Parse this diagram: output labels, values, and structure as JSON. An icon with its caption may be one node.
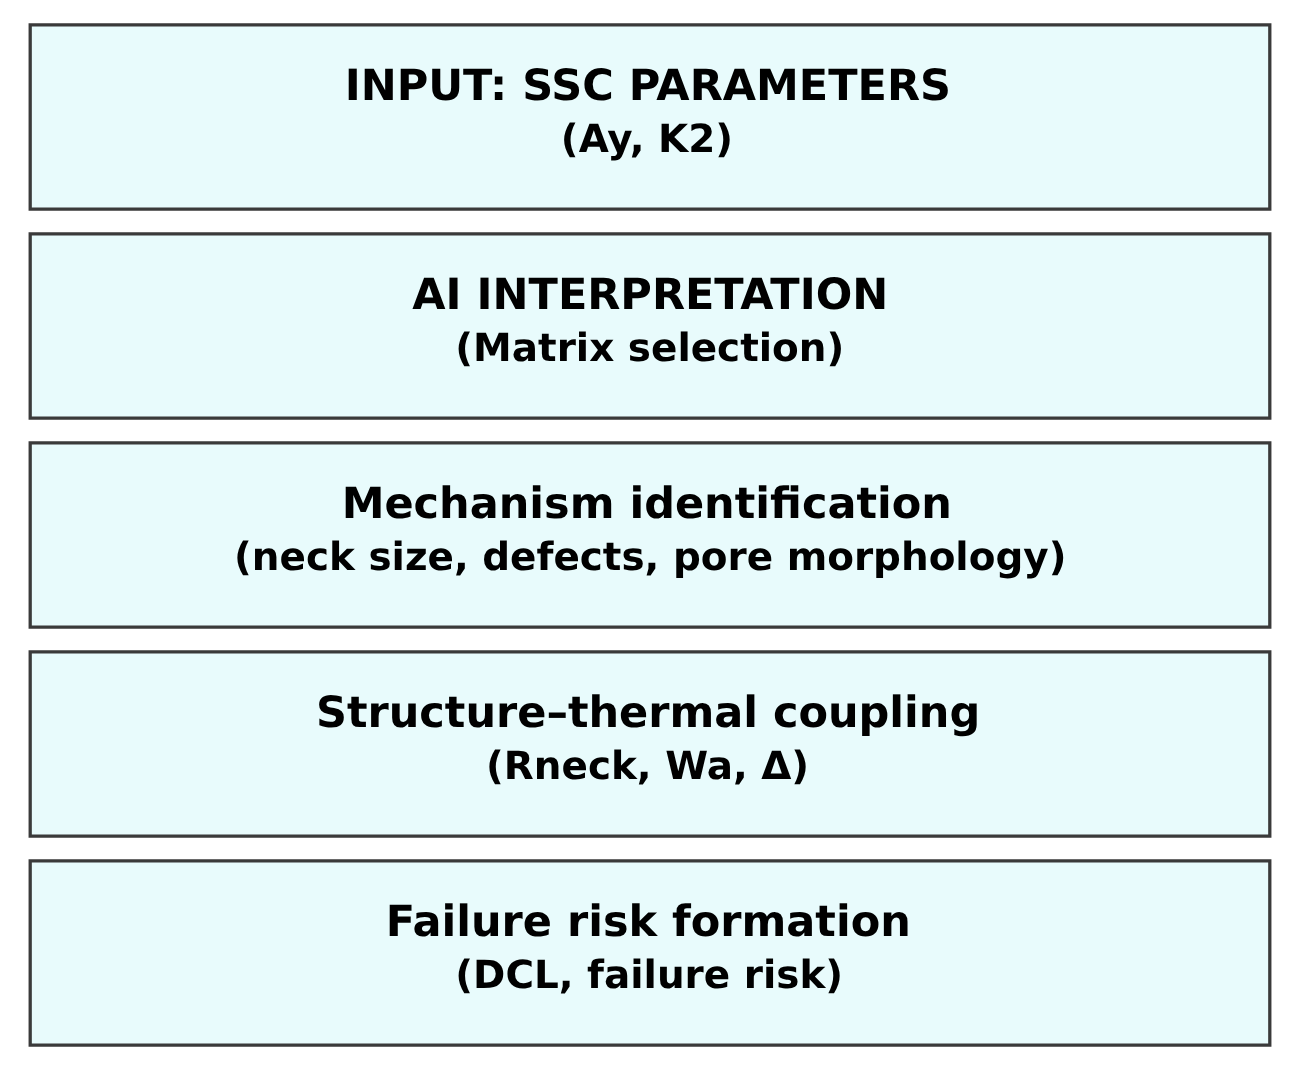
{
  "diagram": {
    "nodes": [
      {
        "text": [
          "INPUT: SSC PARAMETERS",
          "(Ay, K2)"
        ]
      },
      {
        "text": [
          "AI INTERPRETATION",
          "(Matrix selection)"
        ]
      },
      {
        "text": [
          "Mechanism identification",
          "(neck size, defects, pore morphology)"
        ]
      },
      {
        "text": [
          "Structure–thermal coupling",
          "(Rneck, Wa, Δ)"
        ]
      },
      {
        "text": [
          "Failure risk formation",
          "(DCL, failure risk)"
        ]
      }
    ]
  }
}
